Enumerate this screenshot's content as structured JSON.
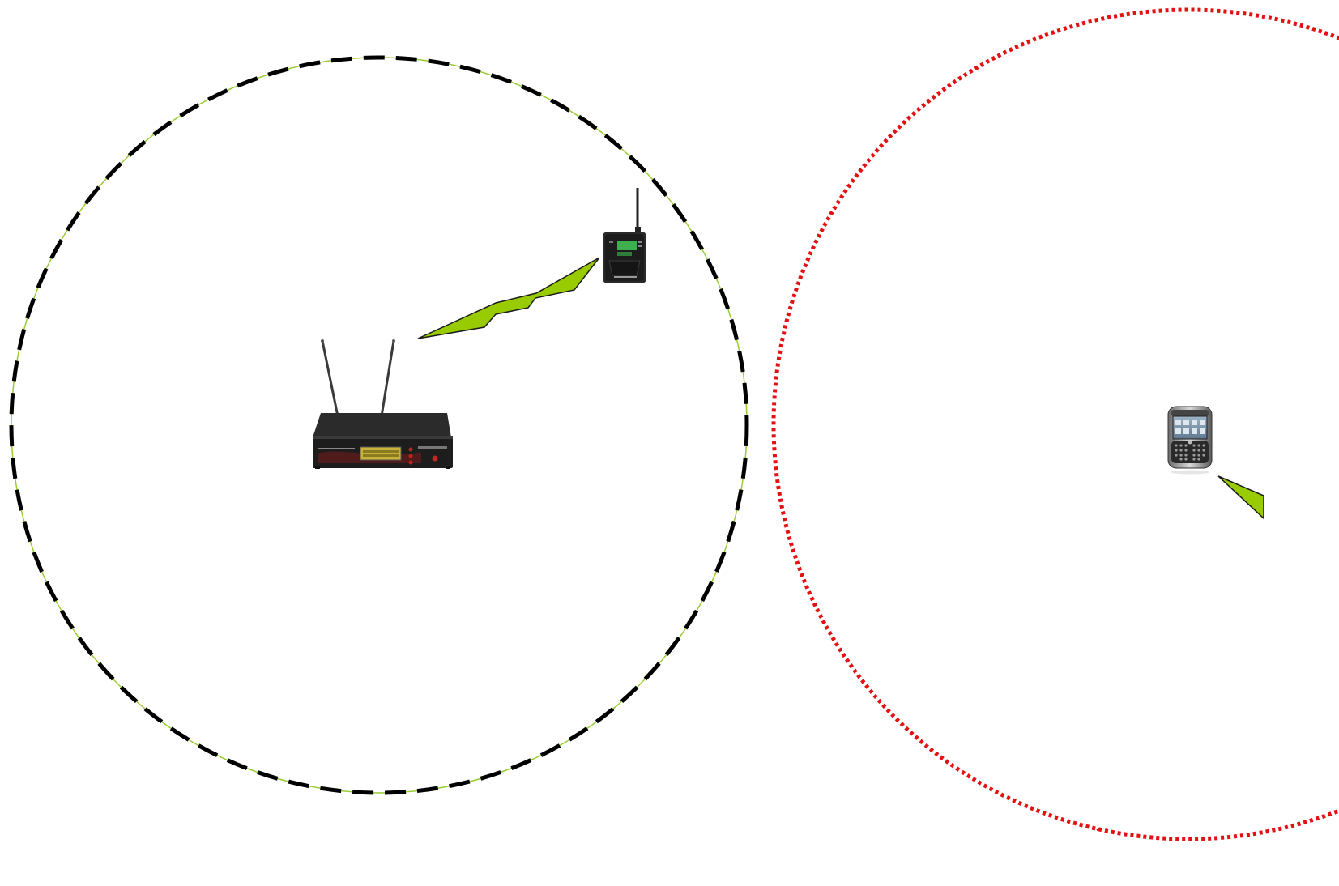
{
  "diagram": {
    "background": "#ffffff",
    "zones": [
      {
        "id": "wireless-mic-zone",
        "border_style": "dashed",
        "border_color": "#000000",
        "accent_color": "#9acd32"
      },
      {
        "id": "mobile-phone-zone",
        "border_style": "dotted",
        "border_color": "#e31212"
      }
    ],
    "devices": [
      {
        "id": "receiver",
        "icon": "wireless-receiver-icon"
      },
      {
        "id": "bodypack",
        "icon": "bodypack-transmitter-icon"
      },
      {
        "id": "phone",
        "icon": "smartphone-icon"
      }
    ],
    "links": [
      {
        "from": "receiver",
        "to": "bodypack",
        "icon": "lightning-signal-icon",
        "color": "#99cc00"
      },
      {
        "from": "phone",
        "to": "offscreen",
        "icon": "lightning-signal-icon",
        "color": "#99cc00"
      }
    ]
  }
}
